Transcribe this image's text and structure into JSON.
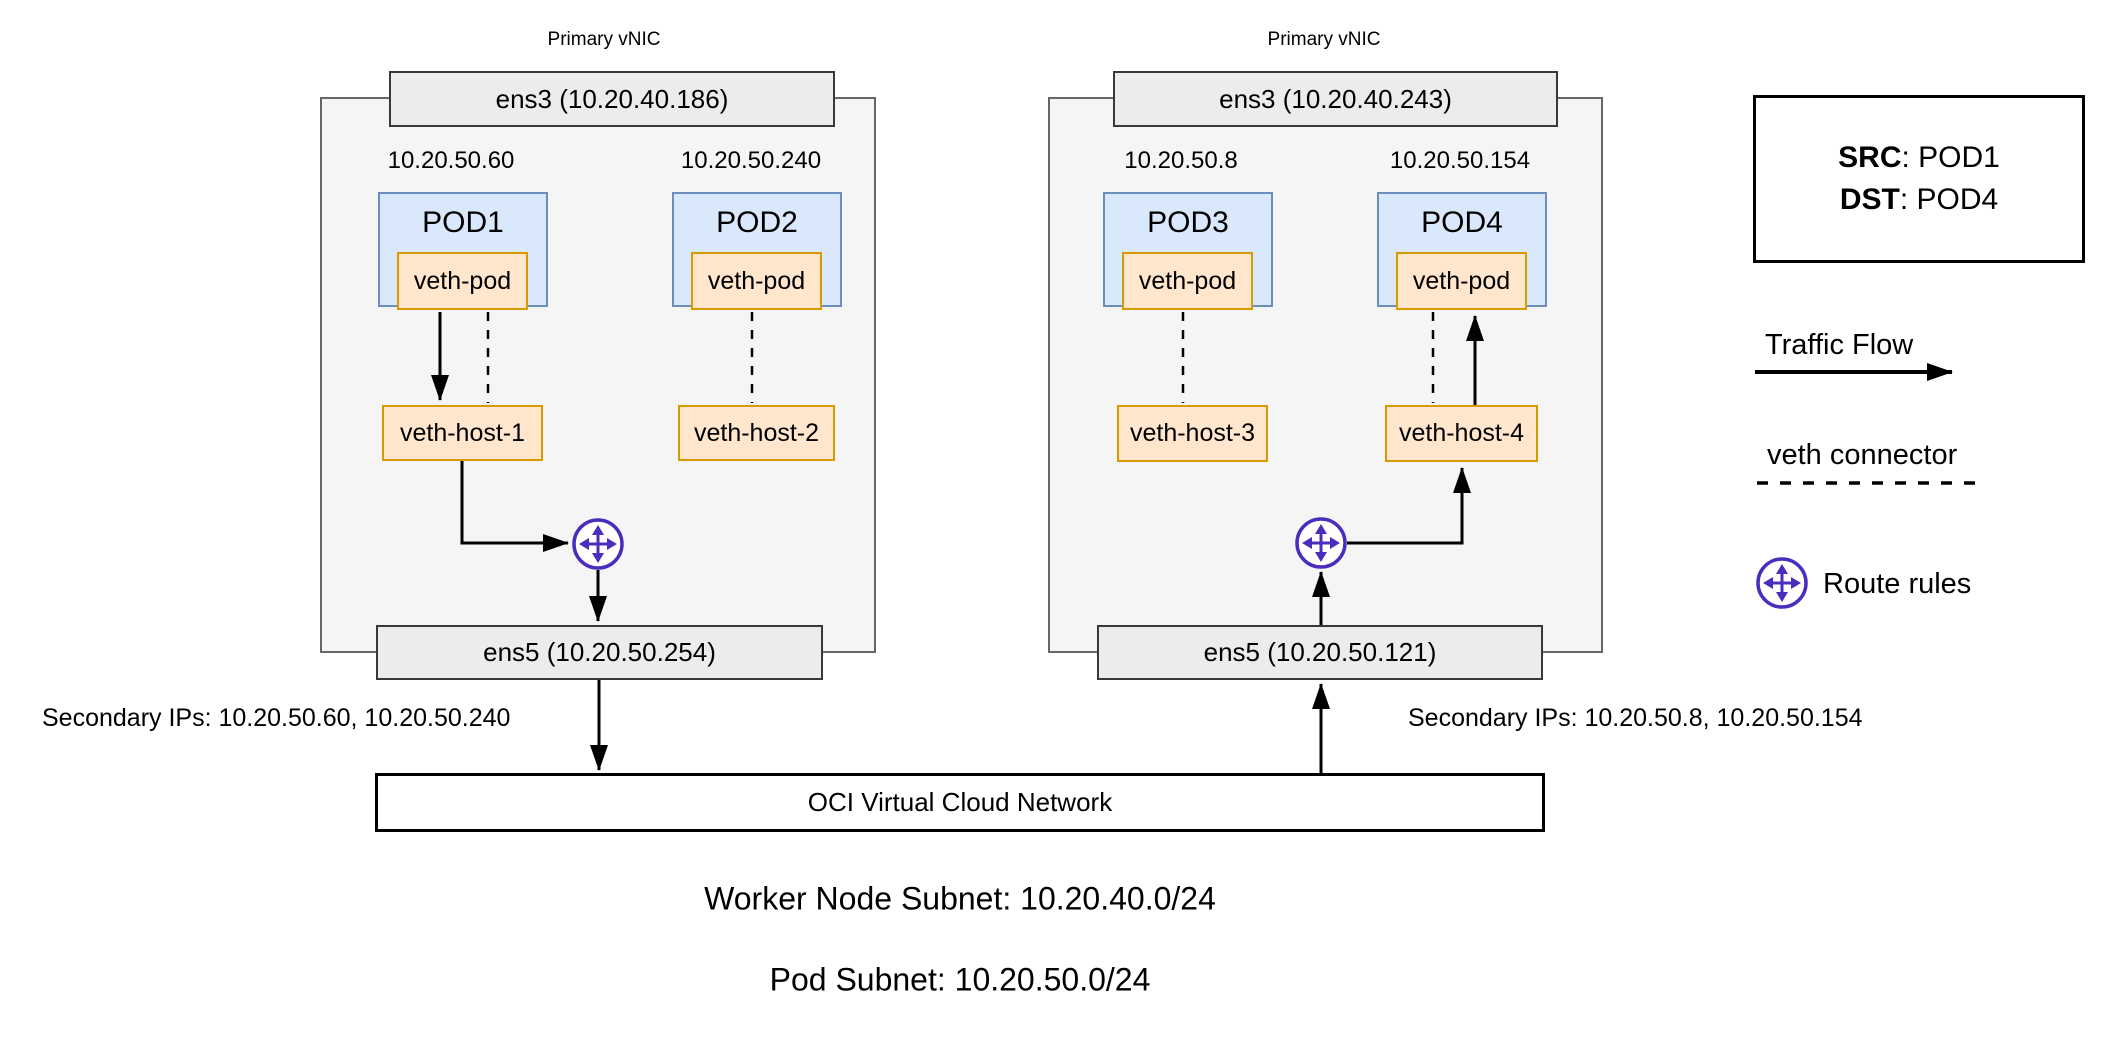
{
  "nodes": [
    {
      "primary_vnic": "Primary vNIC",
      "ens3": "ens3 (10.20.40.186)",
      "ens5": "ens5 (10.20.50.254)",
      "secondary_ips": "Secondary IPs:  10.20.50.60, 10.20.50.240",
      "pods": [
        {
          "ip": "10.20.50.60",
          "name": "POD1",
          "veth_pod": "veth-pod",
          "veth_host": "veth-host-1"
        },
        {
          "ip": "10.20.50.240",
          "name": "POD2",
          "veth_pod": "veth-pod",
          "veth_host": "veth-host-2"
        }
      ]
    },
    {
      "primary_vnic": "Primary vNIC",
      "ens3": "ens3 (10.20.40.243)",
      "ens5": "ens5 (10.20.50.121)",
      "secondary_ips": "Secondary IPs:  10.20.50.8, 10.20.50.154",
      "pods": [
        {
          "ip": "10.20.50.8",
          "name": "POD3",
          "veth_pod": "veth-pod",
          "veth_host": "veth-host-3"
        },
        {
          "ip": "10.20.50.154",
          "name": "POD4",
          "veth_pod": "veth-pod",
          "veth_host": "veth-host-4"
        }
      ]
    }
  ],
  "vcn": "OCI Virtual Cloud Network",
  "subnets": {
    "worker": "Worker Node Subnet: 10.20.40.0/24",
    "pod": "Pod Subnet: 10.20.50.0/24"
  },
  "legend": {
    "src_key": "SRC",
    "src_val": ": POD1",
    "dst_key": "DST",
    "dst_val": ": POD4",
    "traffic_flow": "Traffic Flow",
    "veth_connector": "veth connector",
    "route_rules": "Route rules"
  },
  "colors": {
    "pod_fill": "#DAE8FC",
    "pod_stroke": "#6C8EBF",
    "veth_fill": "#FFE6CC",
    "veth_stroke": "#D79B00",
    "ens_fill": "#ECECEC",
    "ens_stroke": "#36393D",
    "node_fill": "#F5F5F5",
    "node_stroke": "#666666",
    "route_rules_purple": "#4B2DBE",
    "arrow_black": "#000000"
  }
}
